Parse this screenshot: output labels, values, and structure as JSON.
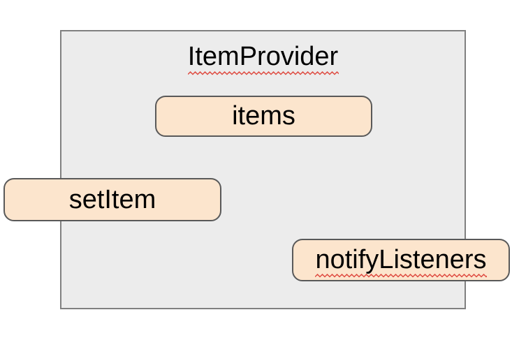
{
  "colors": {
    "background": "#ffffff",
    "container_fill": "#ececec",
    "container_border": "#808080",
    "node_fill": "#fce5cd",
    "node_border": "#595959",
    "text": "#000000",
    "spellcheck_squiggle": "#df4b41"
  },
  "diagram": {
    "container": {
      "title": "ItemProvider",
      "title_spellcheck_underline": true
    },
    "nodes": [
      {
        "label": "items",
        "spellcheck_underline": false
      },
      {
        "label": "setItem",
        "spellcheck_underline": false
      },
      {
        "label": "notifyListeners",
        "spellcheck_underline": true
      }
    ]
  }
}
